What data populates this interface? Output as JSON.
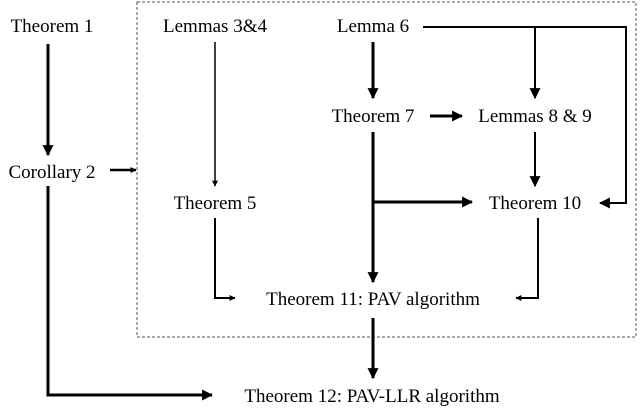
{
  "nodes": {
    "theorem1": "Theorem 1",
    "corollary2": "Corollary 2",
    "lemmas34": "Lemmas 3&4",
    "lemma6": "Lemma 6",
    "theorem7": "Theorem 7",
    "lemmas89": "Lemmas 8 & 9",
    "theorem5": "Theorem 5",
    "theorem10": "Theorem 10",
    "theorem11": "Theorem 11: PAV algorithm",
    "theorem12": "Theorem 12: PAV-LLR algorithm"
  },
  "edges": [
    {
      "from": "Theorem 1",
      "to": "Corollary 2"
    },
    {
      "from": "Corollary 2",
      "to": "Lemmas 3&4 … Theorem 10 group"
    },
    {
      "from": "Lemmas 3&4",
      "to": "Theorem 5"
    },
    {
      "from": "Lemma 6",
      "to": "Theorem 7"
    },
    {
      "from": "Lemma 6",
      "to": "Lemmas 8 & 9"
    },
    {
      "from": "Lemma 6",
      "to": "Theorem 10"
    },
    {
      "from": "Theorem 7",
      "to": "Lemmas 8 & 9"
    },
    {
      "from": "Theorem 7",
      "to": "Theorem 10"
    },
    {
      "from": "Theorem 7",
      "to": "Theorem 11: PAV algorithm"
    },
    {
      "from": "Lemmas 8 & 9",
      "to": "Theorem 10"
    },
    {
      "from": "Theorem 5",
      "to": "Theorem 11: PAV algorithm"
    },
    {
      "from": "Theorem 10",
      "to": "Theorem 11: PAV algorithm"
    },
    {
      "from": "Theorem 11: PAV algorithm",
      "to": "Theorem 12: PAV-LLR algorithm"
    },
    {
      "from": "Corollary 2",
      "to": "Theorem 12: PAV-LLR algorithm"
    }
  ],
  "colors": {
    "line": "#000000",
    "text": "#000000",
    "background": "#ffffff",
    "group_border": "#555555"
  }
}
